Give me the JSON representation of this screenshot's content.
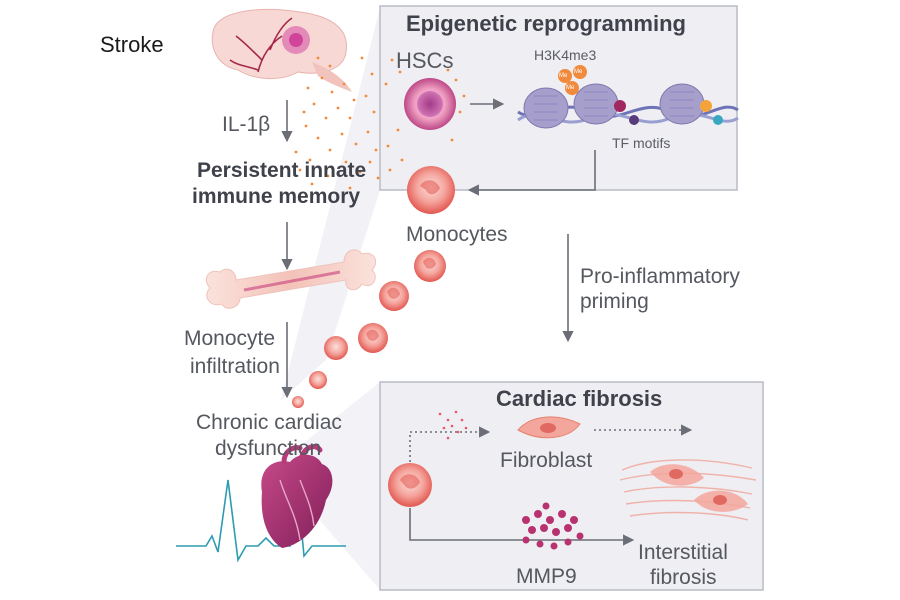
{
  "labels": {
    "stroke": "Stroke",
    "il1b": "IL-1β",
    "memory_line1": "Persistent innate",
    "memory_line2": "immune memory",
    "monocyte_infiltration_line1": "Monocyte",
    "monocyte_infiltration_line2": "infiltration",
    "chronic_line1": "Chronic cardiac",
    "chronic_line2": "dysfunction"
  },
  "epigenetic_panel": {
    "title": "Epigenetic reprogramming",
    "hscs": "HSCs",
    "h3k4me3": "H3K4me3",
    "me_mark": "Me",
    "tf_motifs": "TF motifs"
  },
  "middle": {
    "monocytes": "Monocytes",
    "priming_line1": "Pro-inflammatory",
    "priming_line2": "priming"
  },
  "fibrosis_panel": {
    "title": "Cardiac fibrosis",
    "fibroblast": "Fibroblast",
    "mmp9": "MMP9",
    "interstitial_line1": "Interstitial",
    "interstitial_line2": "fibrosis"
  },
  "colors": {
    "panel_fill": "#eeeef3",
    "panel_border": "#b9bcc6",
    "arrow": "#6b6e76",
    "dots": "#f08a3c",
    "cell": "#ea5a58",
    "nucleosome": "#a79fcb",
    "ecg": "#2e9cb0"
  }
}
